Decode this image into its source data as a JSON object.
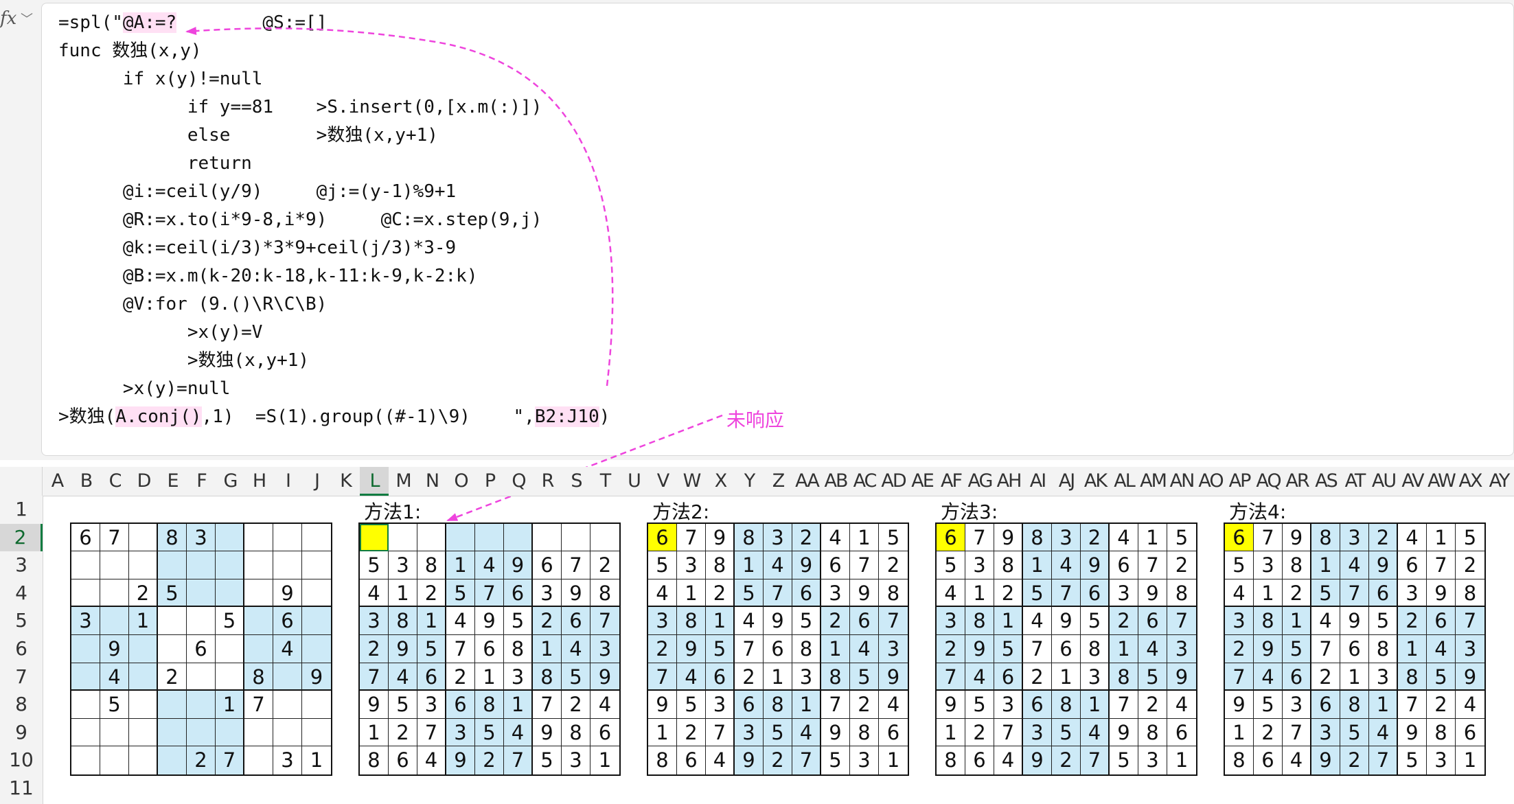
{
  "formula_bar": {
    "fx_label": "fx",
    "dropdown_glyph": "﹀",
    "lines": [
      "=spl(\"@A:=?        @S:=[]",
      "func 数独(x,y)",
      "      if x(y)!=null",
      "            if y==81    >S.insert(0,[x.m(:)])",
      "            else        >数独(x,y+1)",
      "            return",
      "      @i:=ceil(y/9)     @j:=(y-1)%9+1",
      "      @R:=x.to(i*9-8,i*9)     @C:=x.step(9,j)",
      "      @k:=ceil(i/3)*3*9+ceil(j/3)*3-9",
      "      @B:=x.m(k-20:k-18,k-11:k-9,k-2:k)",
      "      @V:for (9.()\\R\\C\\B)",
      "            >x(y)=V",
      "            >数独(x,y+1)",
      "      >x(y)=null",
      ">数独(A.conj(),1)  =S(1).group((#-1)\\9)    \",B2:J10)"
    ],
    "highlights": [
      "@A:=?",
      "A.conj()",
      "B2:J10"
    ]
  },
  "annotation": {
    "note": "未响应",
    "color": "#ee44dd"
  },
  "sheet": {
    "columns": [
      "A",
      "B",
      "C",
      "D",
      "E",
      "F",
      "G",
      "H",
      "I",
      "J",
      "K",
      "L",
      "M",
      "N",
      "O",
      "P",
      "Q",
      "R",
      "S",
      "T",
      "U",
      "V",
      "W",
      "X",
      "Y",
      "Z",
      "AA",
      "AB",
      "AC",
      "AD",
      "AE",
      "AF",
      "AG",
      "AH",
      "AI",
      "AJ",
      "AK",
      "AL",
      "AM",
      "AN",
      "AO",
      "AP",
      "AQ",
      "AR",
      "AS",
      "AT",
      "AU",
      "AV",
      "AW",
      "AX",
      "AY"
    ],
    "rows": [
      "1",
      "2",
      "3",
      "4",
      "5",
      "6",
      "7",
      "8",
      "9",
      "10",
      "11"
    ],
    "selected_column": "L",
    "selected_row": "2",
    "accent": "#107c41",
    "cell_blue": "#cdeaf7",
    "cell_yellow": "#ffff00"
  },
  "puzzles": [
    {
      "title": "",
      "highlight": "none",
      "grid": [
        [
          "6",
          "7",
          "",
          "8",
          "3",
          "",
          "",
          "",
          ""
        ],
        [
          "",
          "",
          "",
          "",
          "",
          "",
          "",
          "",
          ""
        ],
        [
          "",
          "",
          "2",
          "5",
          "",
          "",
          "",
          "9",
          ""
        ],
        [
          "3",
          "",
          "1",
          "",
          "",
          "5",
          "",
          "6",
          ""
        ],
        [
          "",
          "9",
          "",
          "",
          "6",
          "",
          "",
          "4",
          ""
        ],
        [
          "",
          "4",
          "",
          "2",
          "",
          "",
          "8",
          "",
          "9"
        ],
        [
          "",
          "5",
          "",
          "",
          "",
          "1",
          "7",
          "",
          ""
        ],
        [
          "",
          "",
          "",
          "",
          "",
          "",
          "",
          "",
          ""
        ],
        [
          "",
          "",
          "",
          "",
          "2",
          "7",
          "",
          "3",
          "1"
        ]
      ]
    },
    {
      "title": "方法1:",
      "highlight": "active",
      "grid": [
        [
          "",
          "",
          "",
          "",
          "",
          "",
          "",
          "",
          ""
        ],
        [
          "5",
          "3",
          "8",
          "1",
          "4",
          "9",
          "6",
          "7",
          "2"
        ],
        [
          "4",
          "1",
          "2",
          "5",
          "7",
          "6",
          "3",
          "9",
          "8"
        ],
        [
          "3",
          "8",
          "1",
          "4",
          "9",
          "5",
          "2",
          "6",
          "7"
        ],
        [
          "2",
          "9",
          "5",
          "7",
          "6",
          "8",
          "1",
          "4",
          "3"
        ],
        [
          "7",
          "4",
          "6",
          "2",
          "1",
          "3",
          "8",
          "5",
          "9"
        ],
        [
          "9",
          "5",
          "3",
          "6",
          "8",
          "1",
          "7",
          "2",
          "4"
        ],
        [
          "1",
          "2",
          "7",
          "3",
          "5",
          "4",
          "9",
          "8",
          "6"
        ],
        [
          "8",
          "6",
          "4",
          "9",
          "2",
          "7",
          "5",
          "3",
          "1"
        ]
      ]
    },
    {
      "title": "方法2:",
      "highlight": "yellow",
      "grid": [
        [
          "6",
          "7",
          "9",
          "8",
          "3",
          "2",
          "4",
          "1",
          "5"
        ],
        [
          "5",
          "3",
          "8",
          "1",
          "4",
          "9",
          "6",
          "7",
          "2"
        ],
        [
          "4",
          "1",
          "2",
          "5",
          "7",
          "6",
          "3",
          "9",
          "8"
        ],
        [
          "3",
          "8",
          "1",
          "4",
          "9",
          "5",
          "2",
          "6",
          "7"
        ],
        [
          "2",
          "9",
          "5",
          "7",
          "6",
          "8",
          "1",
          "4",
          "3"
        ],
        [
          "7",
          "4",
          "6",
          "2",
          "1",
          "3",
          "8",
          "5",
          "9"
        ],
        [
          "9",
          "5",
          "3",
          "6",
          "8",
          "1",
          "7",
          "2",
          "4"
        ],
        [
          "1",
          "2",
          "7",
          "3",
          "5",
          "4",
          "9",
          "8",
          "6"
        ],
        [
          "8",
          "6",
          "4",
          "9",
          "2",
          "7",
          "5",
          "3",
          "1"
        ]
      ]
    },
    {
      "title": "方法3:",
      "highlight": "yellow",
      "grid": [
        [
          "6",
          "7",
          "9",
          "8",
          "3",
          "2",
          "4",
          "1",
          "5"
        ],
        [
          "5",
          "3",
          "8",
          "1",
          "4",
          "9",
          "6",
          "7",
          "2"
        ],
        [
          "4",
          "1",
          "2",
          "5",
          "7",
          "6",
          "3",
          "9",
          "8"
        ],
        [
          "3",
          "8",
          "1",
          "4",
          "9",
          "5",
          "2",
          "6",
          "7"
        ],
        [
          "2",
          "9",
          "5",
          "7",
          "6",
          "8",
          "1",
          "4",
          "3"
        ],
        [
          "7",
          "4",
          "6",
          "2",
          "1",
          "3",
          "8",
          "5",
          "9"
        ],
        [
          "9",
          "5",
          "3",
          "6",
          "8",
          "1",
          "7",
          "2",
          "4"
        ],
        [
          "1",
          "2",
          "7",
          "3",
          "5",
          "4",
          "9",
          "8",
          "6"
        ],
        [
          "8",
          "6",
          "4",
          "9",
          "2",
          "7",
          "5",
          "3",
          "1"
        ]
      ]
    },
    {
      "title": "方法4:",
      "highlight": "yellow",
      "grid": [
        [
          "6",
          "7",
          "9",
          "8",
          "3",
          "2",
          "4",
          "1",
          "5"
        ],
        [
          "5",
          "3",
          "8",
          "1",
          "4",
          "9",
          "6",
          "7",
          "2"
        ],
        [
          "4",
          "1",
          "2",
          "5",
          "7",
          "6",
          "3",
          "9",
          "8"
        ],
        [
          "3",
          "8",
          "1",
          "4",
          "9",
          "5",
          "2",
          "6",
          "7"
        ],
        [
          "2",
          "9",
          "5",
          "7",
          "6",
          "8",
          "1",
          "4",
          "3"
        ],
        [
          "7",
          "4",
          "6",
          "2",
          "1",
          "3",
          "8",
          "5",
          "9"
        ],
        [
          "9",
          "5",
          "3",
          "6",
          "8",
          "1",
          "7",
          "2",
          "4"
        ],
        [
          "1",
          "2",
          "7",
          "3",
          "5",
          "4",
          "9",
          "8",
          "6"
        ],
        [
          "8",
          "6",
          "4",
          "9",
          "2",
          "7",
          "5",
          "3",
          "1"
        ]
      ]
    }
  ]
}
